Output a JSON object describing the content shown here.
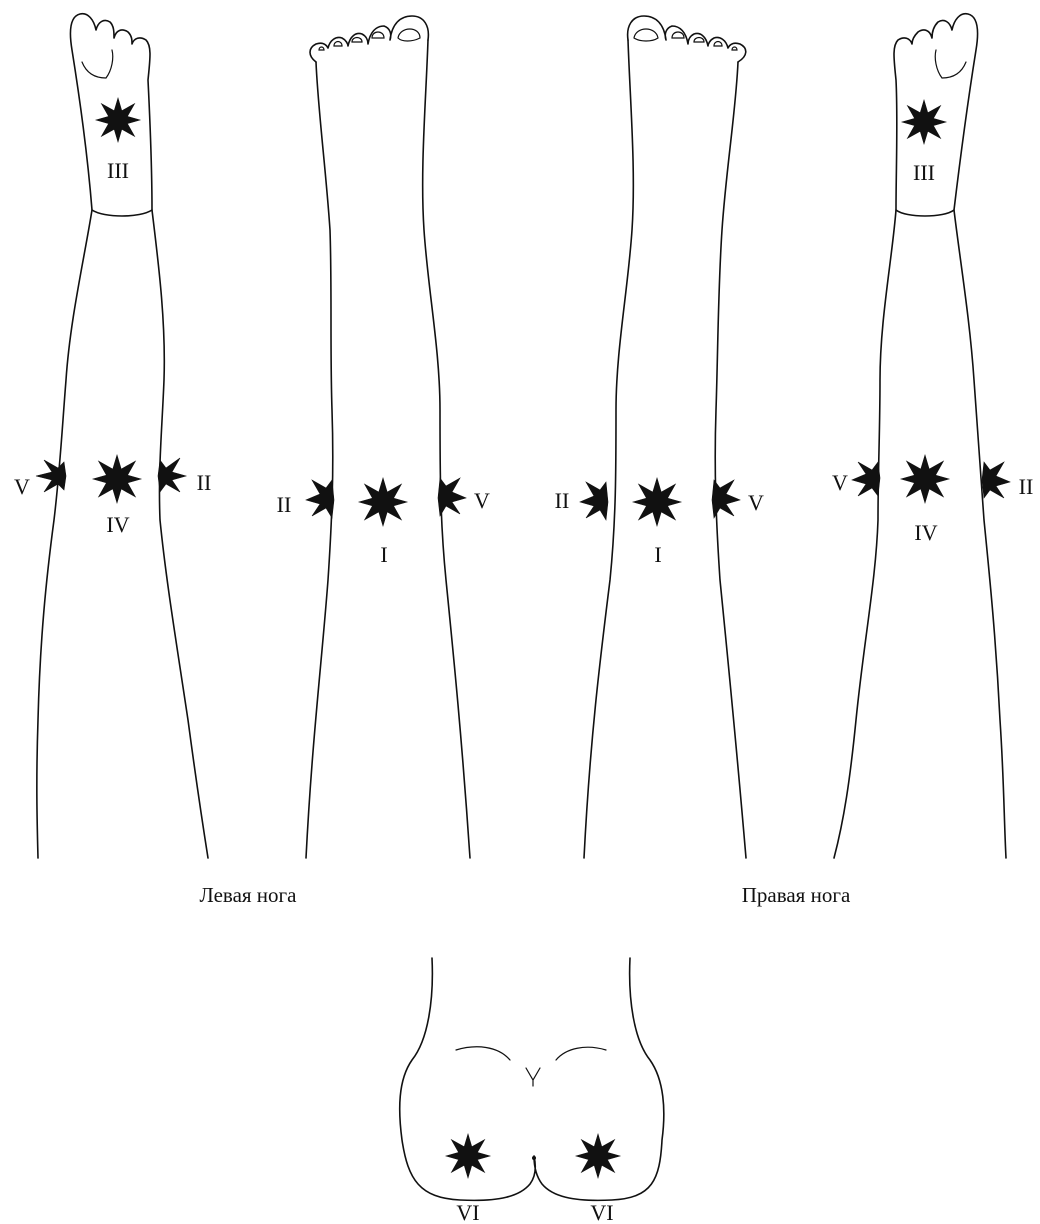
{
  "captions": {
    "left_leg": "Левая нога",
    "right_leg": "Правая нога"
  },
  "point_labels": {
    "I": "I",
    "II": "II",
    "III": "III",
    "IV": "IV",
    "V": "V",
    "VI": "VI"
  },
  "colors": {
    "ink": "#111111",
    "background": "#ffffff"
  }
}
